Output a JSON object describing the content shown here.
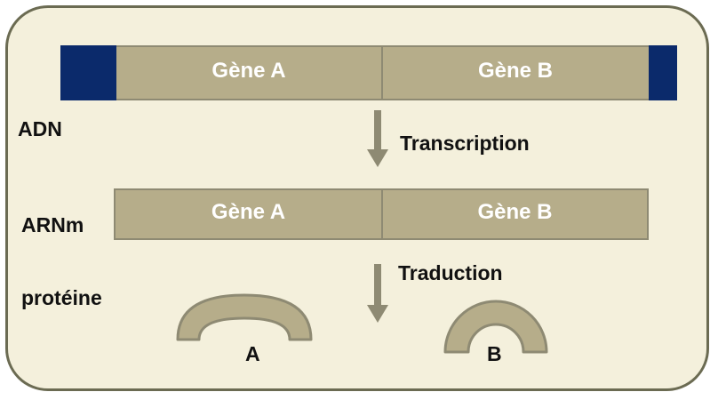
{
  "dna": {
    "label": "ADN",
    "gene_a": "Gène A",
    "gene_b": "Gène B"
  },
  "transcription": {
    "label": "Transcription"
  },
  "mrna": {
    "label": "ARNm",
    "gene_a": "Gène A",
    "gene_b": "Gène B"
  },
  "translation": {
    "label": "Traduction"
  },
  "protein": {
    "label": "protéine",
    "a_label": "A",
    "b_label": "B"
  },
  "colors": {
    "panel_bg": "#f4f0dc",
    "bar_fill": "#b6ad8a",
    "cap_blue": "#0b2a6b",
    "arrow": "#8e8a73"
  }
}
